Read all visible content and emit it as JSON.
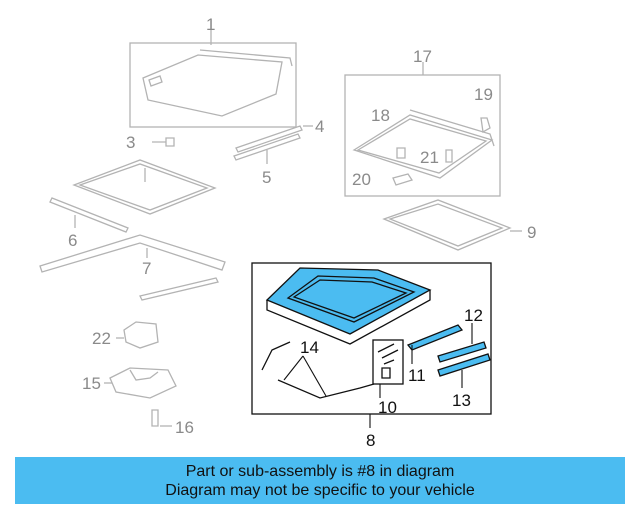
{
  "callouts": {
    "c1": "1",
    "c3": "3",
    "c4": "4",
    "c5": "5",
    "c6": "6",
    "c7": "7",
    "c8": "8",
    "c9": "9",
    "c10": "10",
    "c11": "11",
    "c12": "12",
    "c13": "13",
    "c14": "14",
    "c15": "15",
    "c16": "16",
    "c17": "17",
    "c18": "18",
    "c19": "19",
    "c20": "20",
    "c21": "21",
    "c22": "22"
  },
  "highlight_color": "#4bbcf1",
  "banner": {
    "line1": "Part or sub-assembly is #8 in diagram",
    "line2": "Diagram may not be specific to your vehicle"
  }
}
